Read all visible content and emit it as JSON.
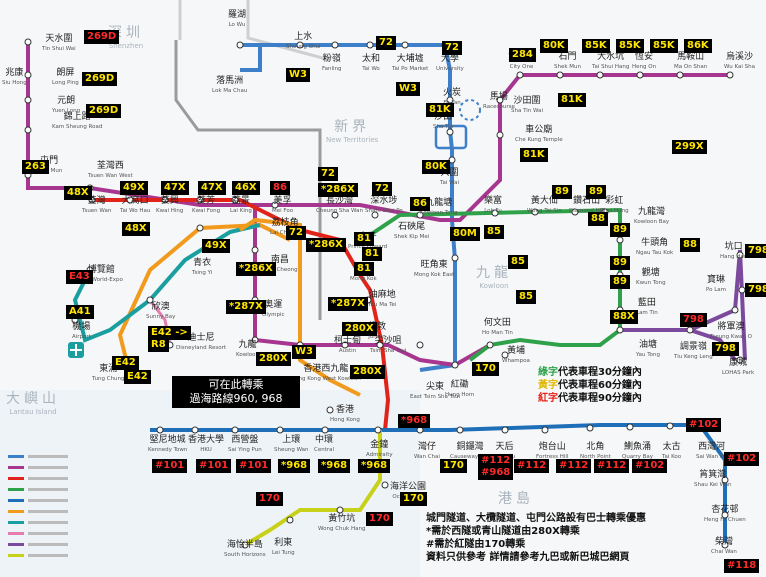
{
  "colors": {
    "east_rail": "#3e7fc9",
    "tuen_ma": "#a6368f",
    "tsuen_wan": "#e2231a",
    "kwun_tong": "#2fa14a",
    "island": "#1f6fb8",
    "tung_chung": "#f19a1c",
    "airport": "#1a9ea0",
    "disney": "#e57bb0",
    "tko": "#7c4a9c",
    "south_island": "#c8d11a",
    "route_bg": "#000000",
    "route_fg": "#ffe600",
    "route_red": "#ff2a2a"
  },
  "areas": [
    {
      "zh": "深圳",
      "en": "Shenzhen"
    },
    {
      "zh": "新界",
      "en": "New Territories"
    },
    {
      "zh": "九龍",
      "en": "Kowloon"
    },
    {
      "zh": "大嶼山",
      "en": "Lantau Island"
    },
    {
      "zh": "港島",
      "en": ""
    }
  ],
  "stations": [
    {
      "id": "tin-shui-wai",
      "zh": "天水圍",
      "en": "Tin Shui Wai"
    },
    {
      "id": "long-ping",
      "zh": "朗屏",
      "en": "Long Ping"
    },
    {
      "id": "siu-hong",
      "zh": "兆康",
      "en": "Siu Hong"
    },
    {
      "id": "yuen-long",
      "zh": "元朗",
      "en": "Yuen Long"
    },
    {
      "id": "kam-sheung-road",
      "zh": "錦上路",
      "en": "Kam Sheung Road"
    },
    {
      "id": "tuen-mun",
      "zh": "屯門",
      "en": "Tuen Mun"
    },
    {
      "id": "tsuen-wan-west",
      "zh": "荃灣西",
      "en": "Tsuen Wan West"
    },
    {
      "id": "lo-wu",
      "zh": "羅湖",
      "en": "Lo Wu"
    },
    {
      "id": "sheung-shui",
      "zh": "上水",
      "en": "Sheung Shui"
    },
    {
      "id": "lok-ma-chau",
      "zh": "落馬洲",
      "en": "Lok Ma Chau"
    },
    {
      "id": "fanling",
      "zh": "粉嶺",
      "en": "Fanling"
    },
    {
      "id": "tai-wo",
      "zh": "太和",
      "en": "Tai Wo"
    },
    {
      "id": "tai-po-market",
      "zh": "大埔墟",
      "en": "Tai Po Market"
    },
    {
      "id": "university",
      "zh": "大學",
      "en": "University"
    },
    {
      "id": "fo-tan",
      "zh": "火炭",
      "en": "Fo Tan"
    },
    {
      "id": "racecourse",
      "zh": "馬場",
      "en": "Racecourse"
    },
    {
      "id": "sha-tin",
      "zh": "沙田",
      "en": "Sha Tin"
    },
    {
      "id": "tai-wai",
      "zh": "大圍",
      "en": "Tai Wai"
    },
    {
      "id": "city-one",
      "zh": "第一城",
      "en": "City One"
    },
    {
      "id": "shek-mun",
      "zh": "石門",
      "en": "Shek Mun"
    },
    {
      "id": "tai-shui-hang",
      "zh": "大水坑",
      "en": "Tai Shui Hang"
    },
    {
      "id": "heng-on",
      "zh": "恆安",
      "en": "Heng On"
    },
    {
      "id": "ma-on-shan",
      "zh": "馬鞍山",
      "en": "Ma On Shan"
    },
    {
      "id": "wu-kai-sha",
      "zh": "烏溪沙",
      "en": "Wu Kai Sha"
    },
    {
      "id": "sha-tin-wai",
      "zh": "沙田圍",
      "en": "Sha Tin Wai"
    },
    {
      "id": "che-kung-temple",
      "zh": "車公廟",
      "en": "Che Kung Temple"
    },
    {
      "id": "tsuen-wan",
      "zh": "荃灣",
      "en": "Tsuen Wan"
    },
    {
      "id": "tai-wo-hau",
      "zh": "大窩口",
      "en": "Tai Wo Hau"
    },
    {
      "id": "kwai-hing",
      "zh": "葵興",
      "en": "Kwai Hing"
    },
    {
      "id": "kwai-fong",
      "zh": "葵芳",
      "en": "Kwai Fong"
    },
    {
      "id": "lai-king",
      "zh": "荔景",
      "en": "Lai King"
    },
    {
      "id": "mei-foo",
      "zh": "美孚",
      "en": "Mei Foo"
    },
    {
      "id": "cheung-sha-wan",
      "zh": "長沙灣",
      "en": "Cheung Sha Wan"
    },
    {
      "id": "sham-shui-po",
      "zh": "深水埗",
      "en": "Sham Shui Po"
    },
    {
      "id": "kowloon-tong",
      "zh": "九龍塘",
      "en": "Kowloon Tong"
    },
    {
      "id": "lok-fu",
      "zh": "樂富",
      "en": "Lok Fu"
    },
    {
      "id": "wong-tai-sin",
      "zh": "黃大仙",
      "en": "Wong Tai Sin"
    },
    {
      "id": "diamond-hill",
      "zh": "鑽石山",
      "en": "Diamond Hill"
    },
    {
      "id": "choi-hung",
      "zh": "彩虹",
      "en": "Choi Hung"
    },
    {
      "id": "kowloon-bay",
      "zh": "九龍灣",
      "en": "Kowloon Bay"
    },
    {
      "id": "lai-chi-kok",
      "zh": "荔枝角",
      "en": "Lai Chi Kok"
    },
    {
      "id": "nam-cheong",
      "zh": "南昌",
      "en": "Nam Cheong"
    },
    {
      "id": "olympic",
      "zh": "奧運",
      "en": "Olympic"
    },
    {
      "id": "kowloon",
      "zh": "九龍",
      "en": "Kowloon"
    },
    {
      "id": "austin",
      "zh": "柯士甸",
      "en": "Austin"
    },
    {
      "id": "hk-west-kowloon",
      "zh": "香港西九龍",
      "en": "Hong Kong West Kowloon"
    },
    {
      "id": "shek-kip-mei",
      "zh": "石硤尾",
      "en": "Shek Kip Mei"
    },
    {
      "id": "prince-edward",
      "zh": "太子",
      "en": "Prince Edward"
    },
    {
      "id": "mong-kok",
      "zh": "旺角",
      "en": "Mong Kok"
    },
    {
      "id": "yau-ma-tei",
      "zh": "油麻地",
      "en": "Yau Ma Tei"
    },
    {
      "id": "jordan",
      "zh": "佐敦",
      "en": "Jordan"
    },
    {
      "id": "tsim-sha-tsui",
      "zh": "尖沙咀",
      "en": "Tsim Sha Tsui"
    },
    {
      "id": "east-tsim-sha-tsui",
      "zh": "尖東",
      "en": "East Tsim Sha Tsui"
    },
    {
      "id": "mong-kok-east",
      "zh": "旺角東",
      "en": "Mong Kok East"
    },
    {
      "id": "ho-man-tin",
      "zh": "何文田",
      "en": "Ho Man Tin"
    },
    {
      "id": "hung-hom",
      "zh": "紅磡",
      "en": "Hung Hom"
    },
    {
      "id": "whampoa",
      "zh": "黃埔",
      "en": "Whampoa"
    },
    {
      "id": "ngau-tau-kok",
      "zh": "牛頭角",
      "en": "Ngau Tau Kok"
    },
    {
      "id": "kwun-tong",
      "zh": "觀塘",
      "en": "Kwun Tong"
    },
    {
      "id": "lam-tin",
      "zh": "藍田",
      "en": "Lam Tin"
    },
    {
      "id": "yau-tong",
      "zh": "油塘",
      "en": "Yau Tong"
    },
    {
      "id": "tiu-keng-leng",
      "zh": "調景嶺",
      "en": "Tiu Keng Leng"
    },
    {
      "id": "tseung-kwan-o",
      "zh": "將軍澳",
      "en": "Tseung Kwan O"
    },
    {
      "id": "hang-hau",
      "zh": "坑口",
      "en": "Hang Hau"
    },
    {
      "id": "po-lam",
      "zh": "寶琳",
      "en": "Po Lam"
    },
    {
      "id": "lohas-park",
      "zh": "康城",
      "en": "LOHAS Park"
    },
    {
      "id": "tsing-yi",
      "zh": "青衣",
      "en": "Tsing Yi"
    },
    {
      "id": "asiaworld-expo",
      "zh": "博覽館",
      "en": "AsiaWorld-Expo"
    },
    {
      "id": "airport",
      "zh": "機場",
      "en": "Airport"
    },
    {
      "id": "sunny-bay",
      "zh": "欣澳",
      "en": "Sunny Bay"
    },
    {
      "id": "disneyland",
      "zh": "迪士尼",
      "en": "Disneyland Resort"
    },
    {
      "id": "tung-chung",
      "zh": "東涌",
      "en": "Tung Chung"
    },
    {
      "id": "hong-kong",
      "zh": "香港",
      "en": "Hong Kong"
    },
    {
      "id": "kennedy-town",
      "zh": "堅尼地城",
      "en": "Kennedy Town"
    },
    {
      "id": "hku",
      "zh": "香港大學",
      "en": "HKU"
    },
    {
      "id": "sai-ying-pun",
      "zh": "西營盤",
      "en": "Sai Ying Pun"
    },
    {
      "id": "sheung-wan",
      "zh": "上環",
      "en": "Sheung Wan"
    },
    {
      "id": "central",
      "zh": "中環",
      "en": "Central"
    },
    {
      "id": "admiralty",
      "zh": "金鐘",
      "en": "Admiralty"
    },
    {
      "id": "wan-chai",
      "zh": "灣仔",
      "en": "Wan Chai"
    },
    {
      "id": "causeway-bay",
      "zh": "銅鑼灣",
      "en": "Causeway Bay"
    },
    {
      "id": "tin-hau",
      "zh": "天后",
      "en": "Tin Hau"
    },
    {
      "id": "fortress-hill",
      "zh": "炮台山",
      "en": "Fortress Hill"
    },
    {
      "id": "north-point",
      "zh": "北角",
      "en": "North Point"
    },
    {
      "id": "quarry-bay",
      "zh": "鰂魚涌",
      "en": "Quarry Bay"
    },
    {
      "id": "tai-koo",
      "zh": "太古",
      "en": "Tai Koo"
    },
    {
      "id": "sai-wan-ho",
      "zh": "西灣河",
      "en": "Sai Wan Ho"
    },
    {
      "id": "shau-kei-wan",
      "zh": "筲箕灣",
      "en": "Shau Kei Wan"
    },
    {
      "id": "heng-fa-chuen",
      "zh": "杏花邨",
      "en": "Heng Fa Chuen"
    },
    {
      "id": "chai-wan",
      "zh": "柴灣",
      "en": "Chai Wan"
    },
    {
      "id": "ocean-park",
      "zh": "海洋公園",
      "en": "Ocean Park"
    },
    {
      "id": "wong-chuk-hang",
      "zh": "黃竹坑",
      "en": "Wong Chuk Hang"
    },
    {
      "id": "lei-tung",
      "zh": "利東",
      "en": "Lei Tung"
    },
    {
      "id": "south-horizons",
      "zh": "海怡半島",
      "en": "South Horizons"
    }
  ],
  "routes": [
    {
      "label": "269D",
      "color": "red"
    },
    {
      "label": "269D",
      "color": "yellow"
    },
    {
      "label": "269D",
      "color": "yellow"
    },
    {
      "label": "263",
      "color": "yellow"
    },
    {
      "label": "48X",
      "color": "yellow"
    },
    {
      "label": "49X",
      "color": "yellow"
    },
    {
      "label": "47X",
      "color": "yellow"
    },
    {
      "label": "47X",
      "color": "yellow"
    },
    {
      "label": "46X",
      "color": "yellow"
    },
    {
      "label": "86",
      "color": "red"
    },
    {
      "label": "49X",
      "color": "yellow"
    },
    {
      "label": "48X",
      "color": "yellow"
    },
    {
      "label": "W3",
      "color": "yellow"
    },
    {
      "label": "72",
      "color": "yellow"
    },
    {
      "label": "72",
      "color": "yellow"
    },
    {
      "label": "W3",
      "color": "yellow"
    },
    {
      "label": "81K",
      "color": "yellow"
    },
    {
      "label": "284",
      "color": "yellow"
    },
    {
      "label": "80K",
      "color": "yellow"
    },
    {
      "label": "85K",
      "color": "yellow"
    },
    {
      "label": "85K",
      "color": "yellow"
    },
    {
      "label": "85K",
      "color": "yellow"
    },
    {
      "label": "86K",
      "color": "yellow"
    },
    {
      "label": "81K",
      "color": "yellow"
    },
    {
      "label": "81K",
      "color": "yellow"
    },
    {
      "label": "80K",
      "color": "yellow"
    },
    {
      "label": "299X",
      "color": "yellow"
    },
    {
      "label": "72",
      "color": "yellow"
    },
    {
      "label": "*286X",
      "color": "yellow"
    },
    {
      "label": "72",
      "color": "yellow"
    },
    {
      "label": "86",
      "color": "yellow"
    },
    {
      "label": "72",
      "color": "yellow"
    },
    {
      "label": "*286X",
      "color": "yellow"
    },
    {
      "label": "81",
      "color": "yellow"
    },
    {
      "label": "81",
      "color": "yellow"
    },
    {
      "label": "81",
      "color": "yellow"
    },
    {
      "label": "*287X",
      "color": "yellow"
    },
    {
      "label": "280X",
      "color": "yellow"
    },
    {
      "label": "49X",
      "color": "yellow"
    },
    {
      "label": "*286X",
      "color": "yellow"
    },
    {
      "label": "*287X",
      "color": "yellow"
    },
    {
      "label": "W3",
      "color": "yellow"
    },
    {
      "label": "280X",
      "color": "yellow"
    },
    {
      "label": "280X",
      "color": "yellow"
    },
    {
      "label": "80M",
      "color": "yellow"
    },
    {
      "label": "85",
      "color": "yellow"
    },
    {
      "label": "85",
      "color": "yellow"
    },
    {
      "label": "85",
      "color": "yellow"
    },
    {
      "label": "170",
      "color": "yellow"
    },
    {
      "label": "89",
      "color": "yellow"
    },
    {
      "label": "89",
      "color": "yellow"
    },
    {
      "label": "88",
      "color": "yellow"
    },
    {
      "label": "89",
      "color": "yellow"
    },
    {
      "label": "88",
      "color": "yellow"
    },
    {
      "label": "89",
      "color": "yellow"
    },
    {
      "label": "89",
      "color": "yellow"
    },
    {
      "label": "88X",
      "color": "yellow"
    },
    {
      "label": "798",
      "color": "red"
    },
    {
      "label": "798",
      "color": "yellow"
    },
    {
      "label": "798",
      "color": "yellow"
    },
    {
      "label": "798",
      "color": "yellow"
    },
    {
      "label": "E43",
      "color": "red"
    },
    {
      "label": "A41",
      "color": "yellow"
    },
    {
      "label": "E42 ->",
      "color": "yellow"
    },
    {
      "label": "R8",
      "color": "yellow"
    },
    {
      "label": "E42",
      "color": "yellow"
    },
    {
      "label": "E42",
      "color": "yellow"
    },
    {
      "label": "*968",
      "color": "red"
    },
    {
      "label": "#101",
      "color": "red"
    },
    {
      "label": "#101",
      "color": "red"
    },
    {
      "label": "#101",
      "color": "red"
    },
    {
      "label": "*968",
      "color": "yellow"
    },
    {
      "label": "*968",
      "color": "yellow"
    },
    {
      "label": "*968",
      "color": "yellow"
    },
    {
      "label": "170",
      "color": "yellow"
    },
    {
      "label": "#112",
      "color": "red"
    },
    {
      "label": "#968",
      "color": "red"
    },
    {
      "label": "#112",
      "color": "red"
    },
    {
      "label": "#112",
      "color": "red"
    },
    {
      "label": "#112",
      "color": "red"
    },
    {
      "label": "#102",
      "color": "red"
    },
    {
      "label": "#102",
      "color": "red"
    },
    {
      "label": "#102",
      "color": "red"
    },
    {
      "label": "170",
      "color": "red"
    },
    {
      "label": "170",
      "color": "yellow"
    },
    {
      "label": "170",
      "color": "red"
    },
    {
      "label": "#118",
      "color": "red"
    }
  ],
  "notice": {
    "line1": "可在此轉乘",
    "line2": "過海路線960, 968"
  },
  "legend": [
    {
      "tag": "綠字",
      "rest": "代表車程30分鐘內",
      "color": "#2fa14a"
    },
    {
      "tag": "黃字",
      "rest": "代表車程60分鐘內",
      "color": "#e0b800"
    },
    {
      "tag": "紅字",
      "rest": "代表車程90分鐘內",
      "color": "#e2231a"
    }
  ],
  "notes": [
    "城門隧道、大欖隧道、屯門公路設有巴士轉乘優惠",
    "*需於西隧或青山隧道由280X轉乘",
    "#需於紅隧由170轉乘",
    "資料只供參考 詳情請參考九巴或新巴城巴網頁"
  ],
  "line_key": [
    "east_rail",
    "tuen_ma",
    "tsuen_wan",
    "kwun_tong",
    "island",
    "tung_chung",
    "airport",
    "disney",
    "tko",
    "south_island"
  ]
}
